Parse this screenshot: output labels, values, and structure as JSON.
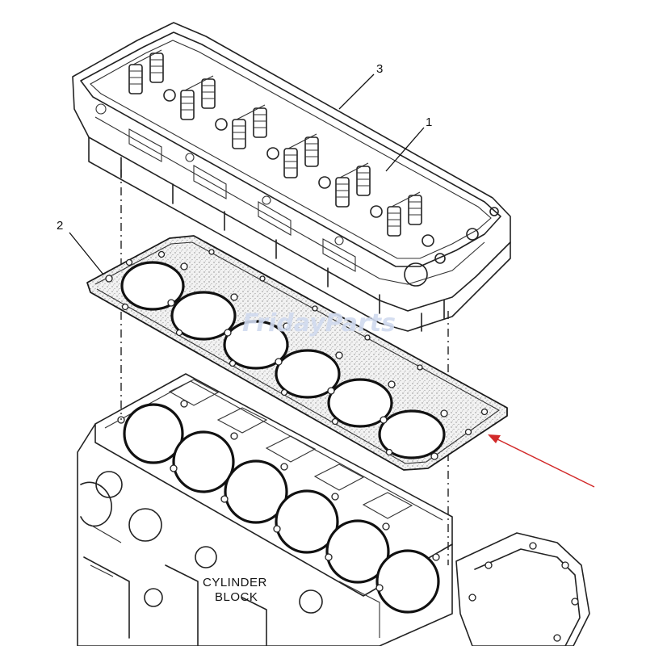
{
  "callouts": {
    "c1": "1",
    "c2": "2",
    "c3": "3"
  },
  "block_label": {
    "line1": "CYLINDER",
    "line2": "BLOCK"
  },
  "watermark": "FridayParts",
  "colors": {
    "line": "#222222",
    "arrow": "#d22a2a",
    "watermark": "#cfd9ee",
    "background": "#ffffff"
  },
  "gasket": {
    "bore_count": 6
  }
}
